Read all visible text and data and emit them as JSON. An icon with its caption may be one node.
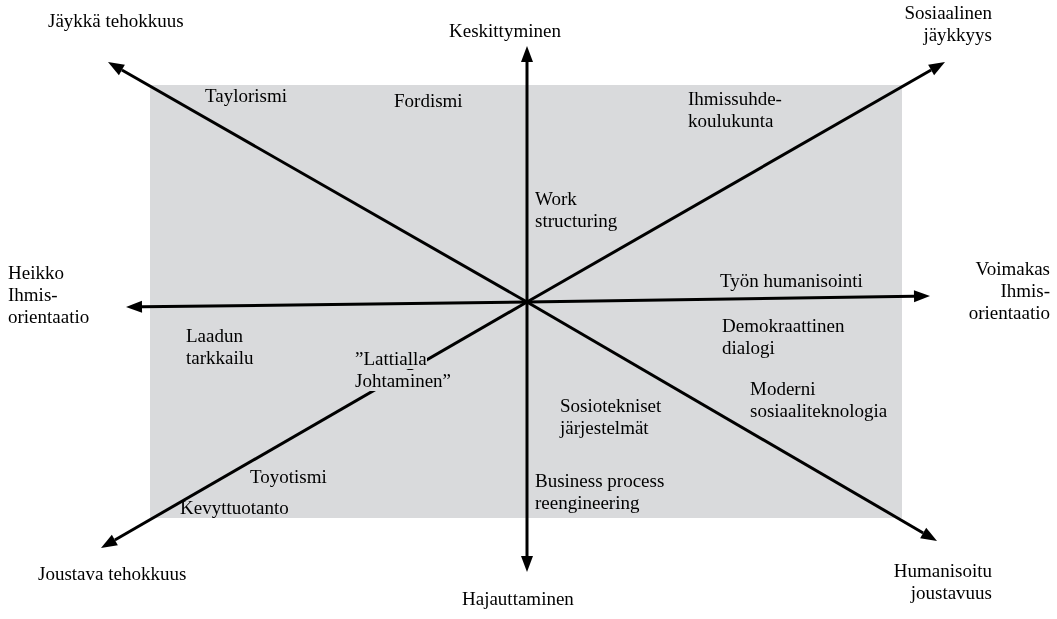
{
  "diagram": {
    "labels": [
      "Jäykkä tehokkuus",
      "Keskittyminen",
      "Sosiaalinen jäykkyys",
      "Taylorismi",
      "Fordismi",
      "Ihmissuhde- koulukunta",
      "Work structuring",
      "Heikko Ihmis- orientaatio",
      "Työn humanisointi",
      "Voimakas Ihmis- orientaatio",
      "Laadun tarkkailu",
      "Demokraattinen dialogi",
      "”Lattialla Johtaminen”",
      "Sosiotekniset järjestelmät",
      "Toyotismi",
      "Business process reengineering",
      "Moderni sosiaaliteknologia",
      "Kevyttuotanto",
      "Joustava tehokkuus",
      "Humanisoitu joustavuus",
      "Hajauttaminen"
    ]
  }
}
